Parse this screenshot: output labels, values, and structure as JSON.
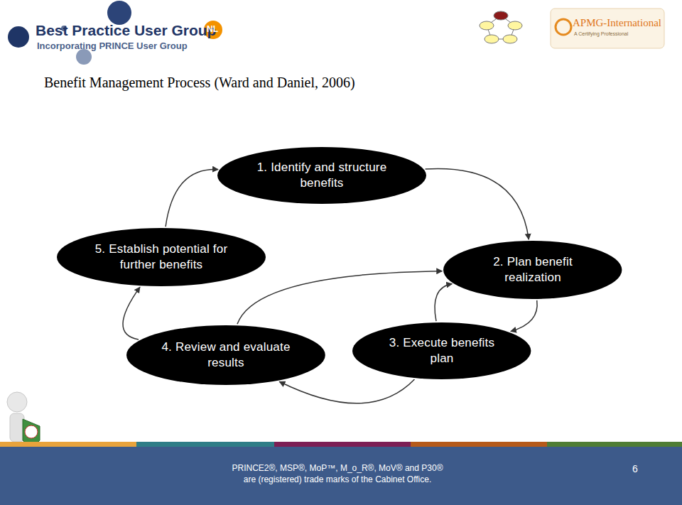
{
  "diagram": {
    "title": "Benefit Management Process (Ward and Daniel, 2006)",
    "nodes": [
      {
        "text": [
          "1. Identify and structure benefits"
        ]
      },
      {
        "text": [
          "5. Establish potential for further benefits"
        ]
      },
      {
        "text": [
          "2. Plan benefit realization"
        ]
      },
      {
        "text": [
          "4. Review and evaluate results"
        ]
      },
      {
        "text": [
          "3. Execute benefits plan"
        ]
      }
    ],
    "edges": [
      {
        "from": 0,
        "to": 2,
        "arrow": "to"
      },
      {
        "from": 2,
        "to": 4,
        "arrow": "to"
      },
      {
        "from": 4,
        "to": 2,
        "arrow": "to"
      },
      {
        "from": 3,
        "to": 2,
        "arrow": "to"
      },
      {
        "from": 4,
        "to": 3,
        "arrow": "to"
      },
      {
        "from": 3,
        "to": 1,
        "arrow": "to"
      },
      {
        "from": 1,
        "to": 0,
        "arrow": "to"
      }
    ],
    "labels": [
      "Best Practice User Group",
      "Incorporating PRINCE User Group",
      "NL",
      "APMG-International",
      "A Certifying Professional",
      "PRINCE2®, MSP®, MoP™, M_o_R®, MoV® and P30® are (registered) trade marks of the Cabinet Office.",
      "6"
    ]
  }
}
